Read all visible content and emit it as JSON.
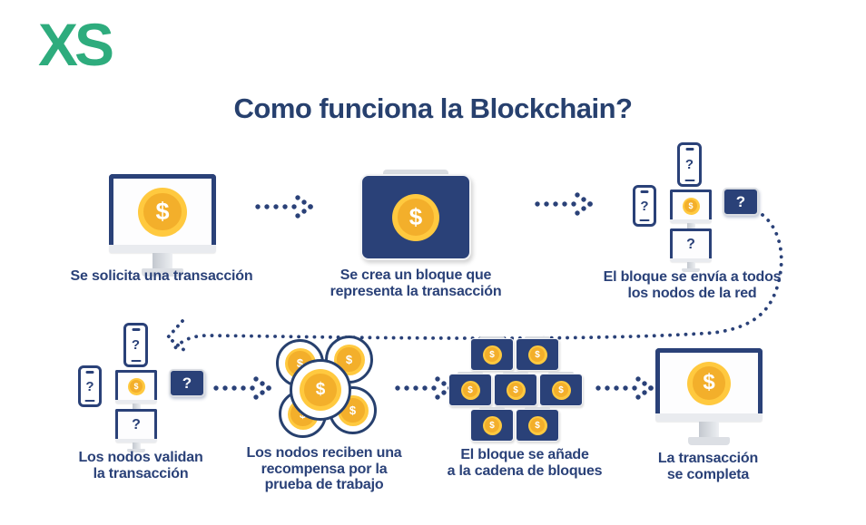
{
  "brand": {
    "logo_text": "XS",
    "logo_color": "#2EAC7D"
  },
  "title": "Como funciona la Blockchain?",
  "symbols": {
    "dollar": "$",
    "question": "?"
  },
  "colors": {
    "navy": "#2A4178",
    "green": "#2EAC7D",
    "coin_gold": "#FFC93F",
    "coin_gold_dark": "#F3AF2B",
    "device_gray": "#D9DCE1"
  },
  "steps": {
    "s1": {
      "label": "Se solicita una transacción",
      "icon": "monitor-dollar-coin"
    },
    "s2": {
      "label": "Se crea un bloque que\nrepresenta la transacción",
      "icon": "block-dollar-coin"
    },
    "s3": {
      "label": "El bloque se envía a todos\nlos nodos de la red",
      "icon": "device-network"
    },
    "s4": {
      "label": "Los nodos validan\nla transacción",
      "icon": "device-network"
    },
    "s5": {
      "label": "Los nodos reciben una\nrecompensa por la\nprueba de trabajo",
      "icon": "reward-coins"
    },
    "s6": {
      "label": "El bloque se añade\na la cadena de bloques",
      "icon": "block-chain"
    },
    "s7": {
      "label": "La transacción\nse completa",
      "icon": "monitor-dollar-coin"
    }
  }
}
